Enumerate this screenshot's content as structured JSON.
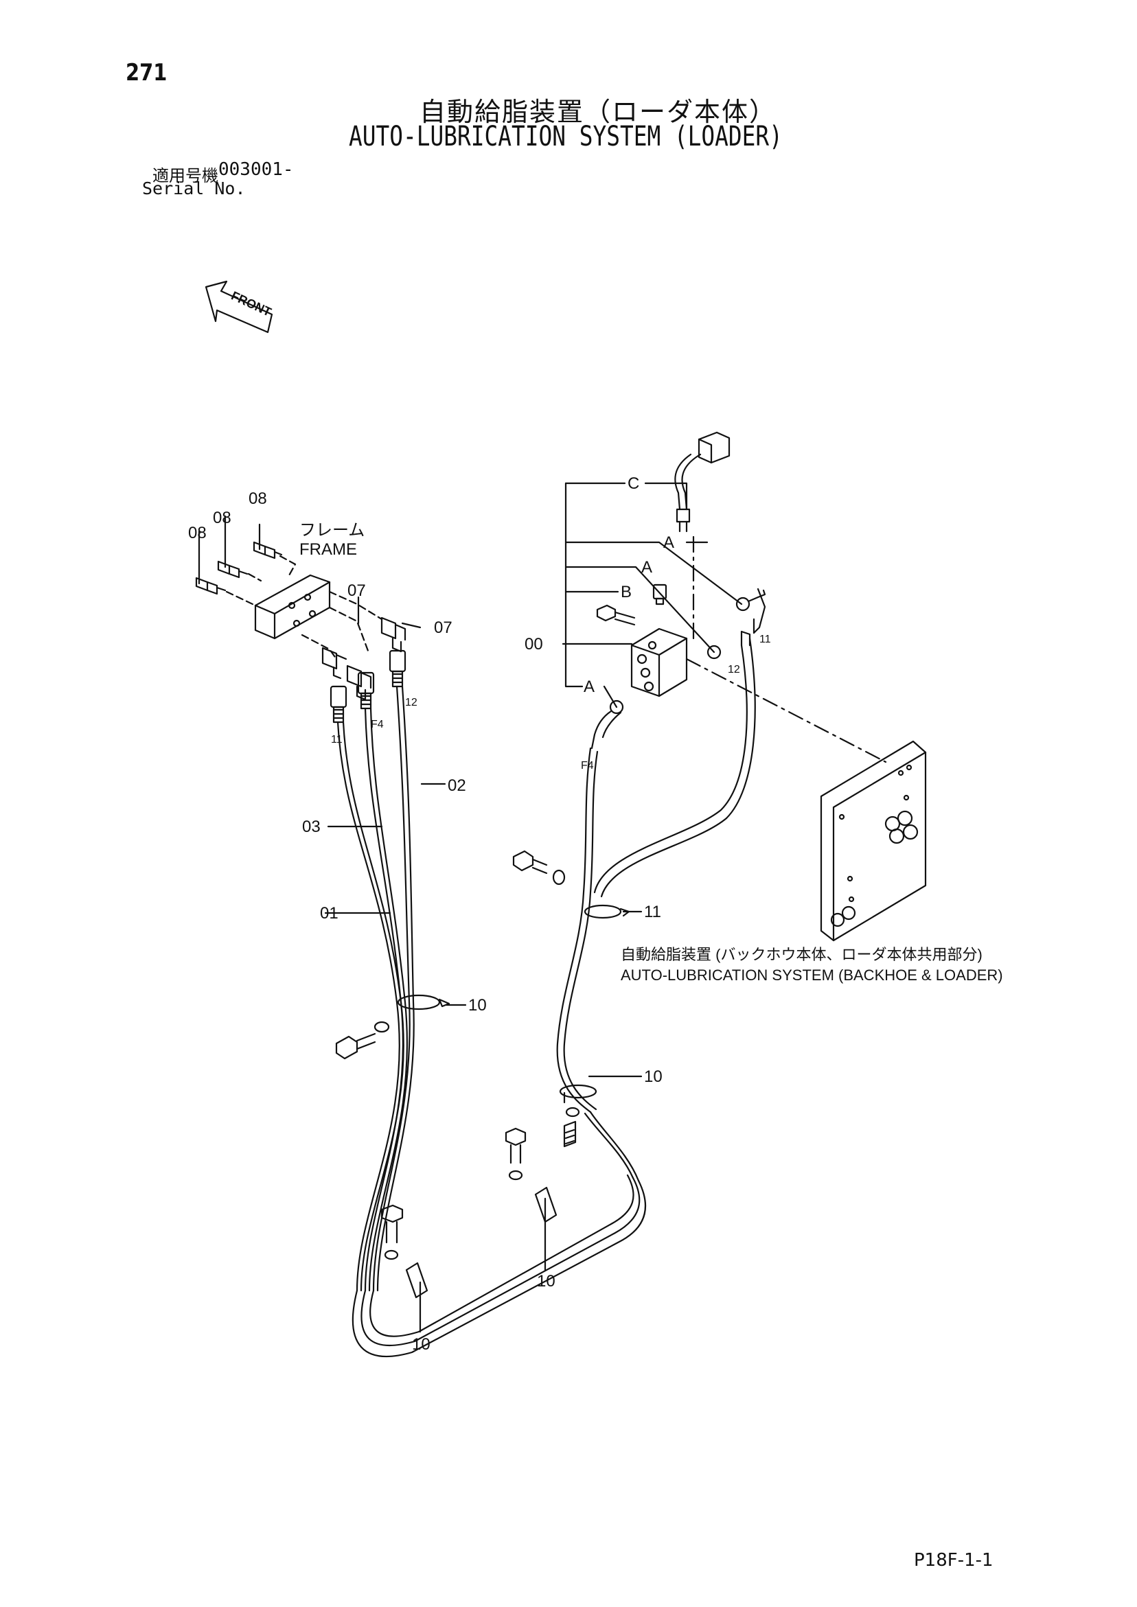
{
  "page_number": "271",
  "title_jp": "自動給脂装置（ローダ本体）",
  "title_en": "AUTO-LUBRICATION SYSTEM (LOADER)",
  "serial_label_jp": "適用号機",
  "serial_value": "003001-",
  "serial_label_en": "Serial No.",
  "front_label": "FRONT",
  "frame_label_jp": "フレーム",
  "frame_label_en": "FRAME",
  "sub_assembly_jp": "自動給脂装置 (バックホウ本体、ローダ本体共用部分)",
  "sub_assembly_en": "AUTO-LUBRICATION SYSTEM (BACKHOE & LOADER)",
  "doc_code": "P18F-1-1",
  "callouts": {
    "p08a": "08",
    "p08b": "08",
    "p08c": "08",
    "p07a": "07",
    "p07b": "07",
    "p00": "00",
    "p01": "01",
    "p02": "02",
    "p03": "03",
    "p10a": "10",
    "p10b": "10",
    "p10c": "10",
    "p10d": "10",
    "p11": "11",
    "ref_c": "C",
    "ref_a1": "A",
    "ref_a2": "A",
    "ref_a3": "A",
    "ref_b": "B"
  },
  "hose_tags": {
    "left_11": "11",
    "left_f4": "F4",
    "left_12": "12",
    "right_f4": "F4",
    "right_12": "12",
    "right_11": "11"
  }
}
